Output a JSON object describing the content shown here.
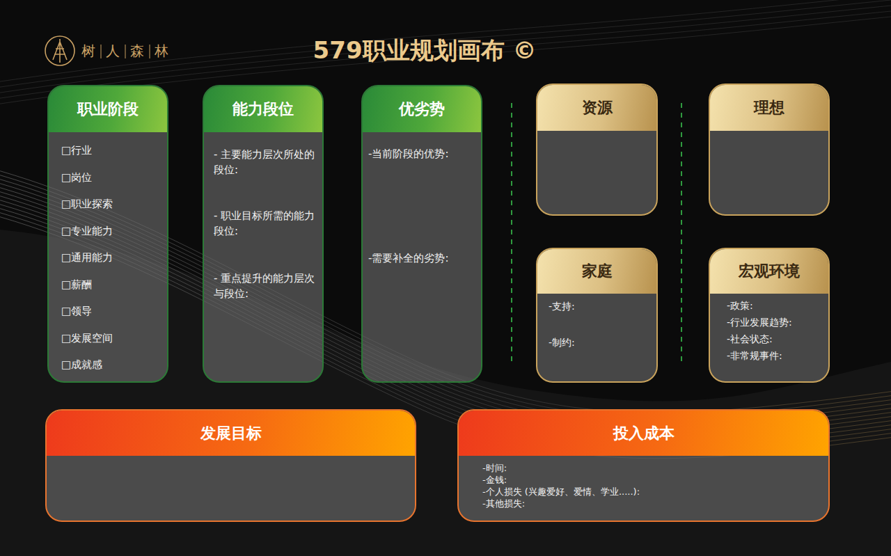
{
  "diagram": {
    "title": "579职业规划画布 ©",
    "nodes": [
      {
        "text": [
          "职业阶段",
          "□行业",
          "□岗位",
          "□职业探索",
          "□专业能力",
          "□通用能力",
          "□薪酬",
          "□领导",
          "□发展空间",
          "□成就感"
        ]
      },
      {
        "text": [
          "能力段位",
          "- 主要能力层次所处的段位:",
          "- 职业目标所需的能力段位:",
          "- 重点提升的能力层次与段位:"
        ]
      },
      {
        "text": [
          "优劣势",
          "-当前阶段的优势:",
          "-需要补全的劣势:"
        ]
      },
      {
        "text": [
          "资源"
        ]
      },
      {
        "text": [
          "理想"
        ]
      },
      {
        "text": [
          "家庭",
          "-支持:",
          "-制约:"
        ]
      },
      {
        "text": [
          "宏观环境",
          "-政策:",
          "-行业发展趋势:",
          "-社会状态:",
          "-非常规事件:"
        ]
      },
      {
        "text": [
          "发展目标"
        ]
      },
      {
        "text": [
          "投入成本",
          "-时间:",
          "-金钱:",
          "-个人损失 (兴趣爱好、爱情、学业.....):",
          "-其他损失:"
        ]
      }
    ],
    "labels": [
      "树",
      "人",
      "森",
      "林"
    ]
  }
}
